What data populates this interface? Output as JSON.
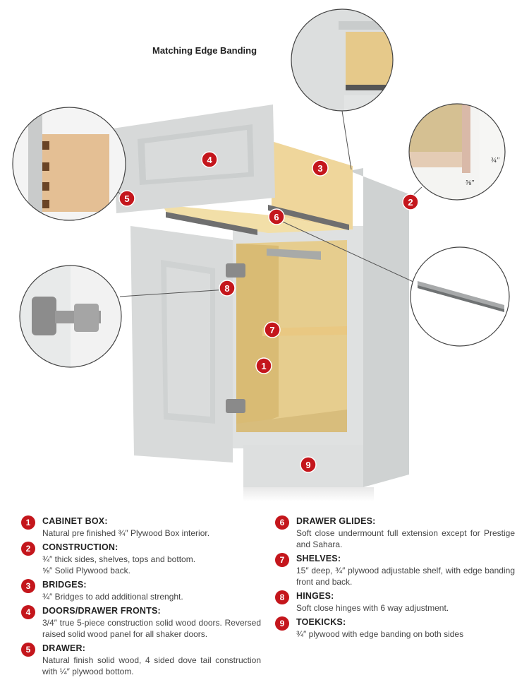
{
  "diagram": {
    "title": "Matching Edge Banding",
    "dimensions": {
      "three_quarter": "¾″",
      "five_eighth": "⅝″"
    },
    "callouts": [
      "1",
      "2",
      "3",
      "4",
      "5",
      "6",
      "7",
      "8",
      "9"
    ]
  },
  "legend": {
    "left": [
      {
        "number": "1",
        "title": "CABINET BOX:",
        "desc": "Natural pre finished ¾″ Plywood Box interior."
      },
      {
        "number": "2",
        "title": "CONSTRUCTION:",
        "desc": "¾″ thick sides, shelves, tops and bottom.",
        "desc2": "⅝″ Solid Plywood back."
      },
      {
        "number": "3",
        "title": "BRIDGES:",
        "desc": "¾″ Bridges to add additional strenght."
      },
      {
        "number": "4",
        "title": "DOORS/DRAWER FRONTS:",
        "desc": "3/4″ true 5-piece construction solid wood doors. Reversed raised solid wood panel for all shaker doors."
      },
      {
        "number": "5",
        "title": "DRAWER:",
        "desc": "Natural finish solid wood, 4 sided dove tail construction with ¼″ plywood bottom."
      }
    ],
    "right": [
      {
        "number": "6",
        "title": "DRAWER GLIDES:",
        "desc": "Soft close undermount full extension except for Prestige and Sahara."
      },
      {
        "number": "7",
        "title": "SHELVES:",
        "desc": "15″ deep, ¾″ plywood adjustable shelf, with edge banding front and back."
      },
      {
        "number": "8",
        "title": "HINGES:",
        "desc": "Soft close hinges with 6 way adjustment."
      },
      {
        "number": "9",
        "title": "TOEKICKS:",
        "desc": "¾″ plywood with edge banding on both sides"
      }
    ]
  },
  "colors": {
    "accent": "#c4161c",
    "cabinet": "#d9dbdb",
    "wood": "#ecd596",
    "interior": "#e2c98a"
  }
}
